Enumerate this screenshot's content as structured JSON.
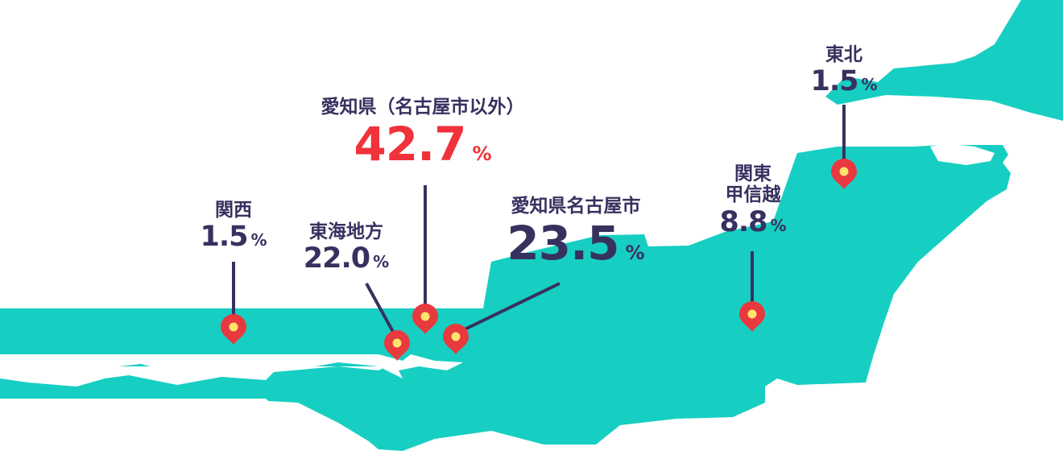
{
  "colors": {
    "land": "#16cfc2",
    "ink": "#37315f",
    "highlight": "#f0323a",
    "pin": "#e8393f",
    "pin_dot": "#ffe36b"
  },
  "regions": {
    "kansai": {
      "name": "関西",
      "value": "1.5",
      "unit": "%"
    },
    "tokai": {
      "name": "東海地方",
      "value": "22.0",
      "unit": "%"
    },
    "aichi_other": {
      "name": "愛知県（名古屋市以外）",
      "value": "42.7",
      "unit": "%"
    },
    "nagoya": {
      "name": "愛知県名古屋市",
      "value": "23.5",
      "unit": "%"
    },
    "kanto_line1": "関東",
    "kanto_line2": "甲信越",
    "kanto": {
      "value": "8.8",
      "unit": "%"
    },
    "tohoku": {
      "name": "東北",
      "value": "1.5",
      "unit": "%"
    }
  },
  "icons": [
    "map-pin-icon"
  ]
}
